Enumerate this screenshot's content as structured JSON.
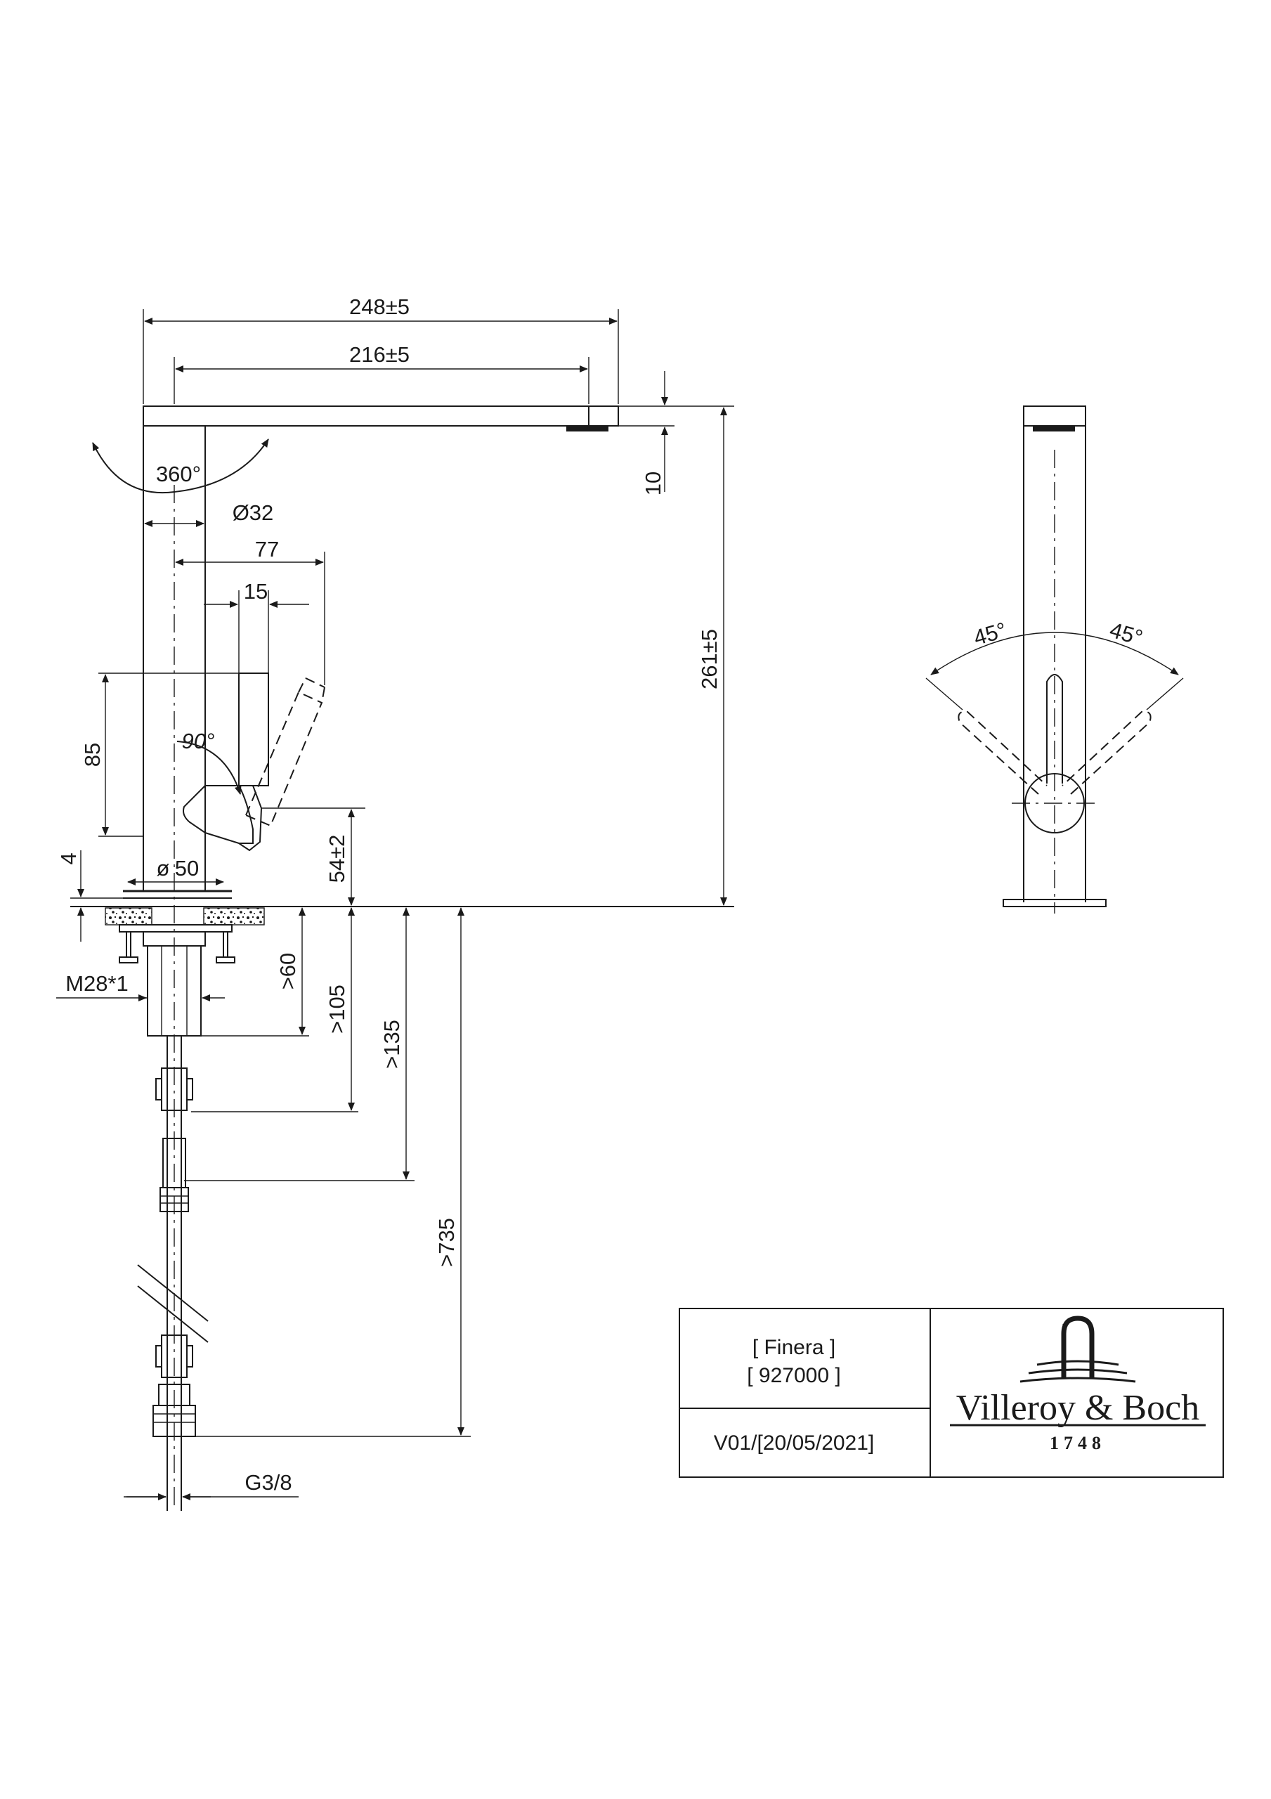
{
  "dimensions": {
    "total_reach": "248±5",
    "spout_reach": "216±5",
    "rotation": "360°",
    "spout_thickness": "10",
    "body_diameter": "Ø32",
    "lever_offset": "77",
    "lever_width": "15",
    "total_height": "261±5",
    "lever_height": "85",
    "lever_angle": "90°",
    "base_height": "4",
    "base_diameter": "50",
    "lever_base_height": "54±2",
    "thread": "M28*1",
    "min_60": ">60",
    "min_105": ">105",
    "min_135": ">135",
    "min_735": ">735",
    "connection": "G3/8",
    "swing_left": "45°",
    "swing_right": "45°"
  },
  "title_block": {
    "product_name": "[ Finera ]",
    "product_code": "[ 927000 ]",
    "version": "V01/[20/05/2021]"
  },
  "logo": {
    "brand": "Villeroy & Boch",
    "year": "1748"
  }
}
